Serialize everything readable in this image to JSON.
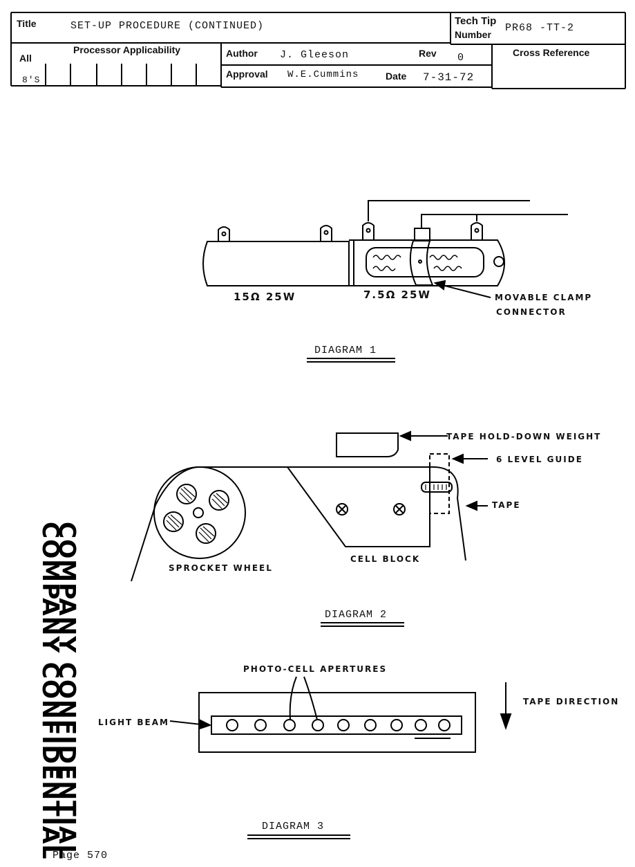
{
  "header": {
    "title_label": "Title",
    "title_value": "SET-UP PROCEDURE (CONTINUED)",
    "tech_tip_label_1": "Tech Tip",
    "tech_tip_label_2": "Number",
    "tech_tip_value": "PR68 -TT-2",
    "all_label": "All",
    "processor_label": "Processor Applicability",
    "processor_value": "8'S",
    "author_label": "Author",
    "author_value": "J. Gleeson",
    "rev_label": "Rev",
    "rev_value": "0",
    "cross_ref_label": "Cross Reference",
    "approval_label": "Approval",
    "approval_value": "W.E.Cummins",
    "date_label": "Date",
    "date_value": "7-31-72"
  },
  "diagram1": {
    "label_15ohm": "15Ω 25W",
    "label_75ohm": "7.5Ω 25W",
    "clamp_label_1": "MOVABLE CLAMP",
    "clamp_label_2": "CONNECTOR",
    "caption": "DIAGRAM 1"
  },
  "diagram2": {
    "weight_label": "TAPE HOLD-DOWN WEIGHT",
    "guide_label": "6 LEVEL GUIDE",
    "tape_label": "TAPE",
    "cell_block_label": "CELL BLOCK",
    "sprocket_label": "SPROCKET WHEEL",
    "caption": "DIAGRAM 2"
  },
  "diagram3": {
    "apertures_label": "PHOTO-CELL APERTURES",
    "light_beam_label": "LIGHT BEAM",
    "tape_direction_label": "TAPE DIRECTION",
    "caption": "DIAGRAM 3"
  },
  "stamp": {
    "line1": "COMPANY CONFIDENTIAL",
    "line2": "COMPANY CONFIDENTIAL"
  },
  "footer": {
    "page_label": "Page 570"
  }
}
